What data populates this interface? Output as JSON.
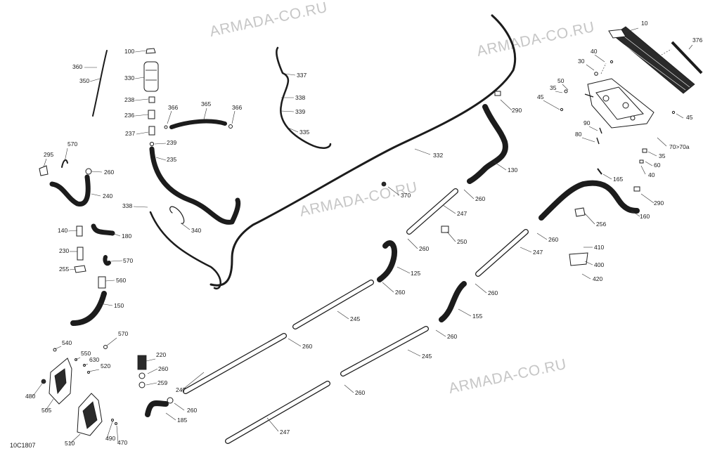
{
  "diagram": {
    "reference_code": "10C1807",
    "watermark_text": "ARMADA-CO.RU",
    "callouts": [
      "10",
      "30",
      "35",
      "40",
      "45",
      "50",
      "60",
      "70>70a",
      "80",
      "90",
      "100",
      "125",
      "130",
      "140",
      "150",
      "155",
      "160",
      "165",
      "180",
      "185",
      "220",
      "230",
      "235",
      "236",
      "237",
      "238",
      "239",
      "240",
      "245",
      "247",
      "250",
      "255",
      "256",
      "259",
      "260",
      "290",
      "295",
      "330",
      "332",
      "335",
      "337",
      "338",
      "339",
      "340",
      "350",
      "360",
      "366",
      "365",
      "370",
      "376",
      "400",
      "410",
      "420",
      "470",
      "480",
      "490",
      "505",
      "510",
      "520",
      "540",
      "550",
      "560",
      "570",
      "630"
    ]
  }
}
